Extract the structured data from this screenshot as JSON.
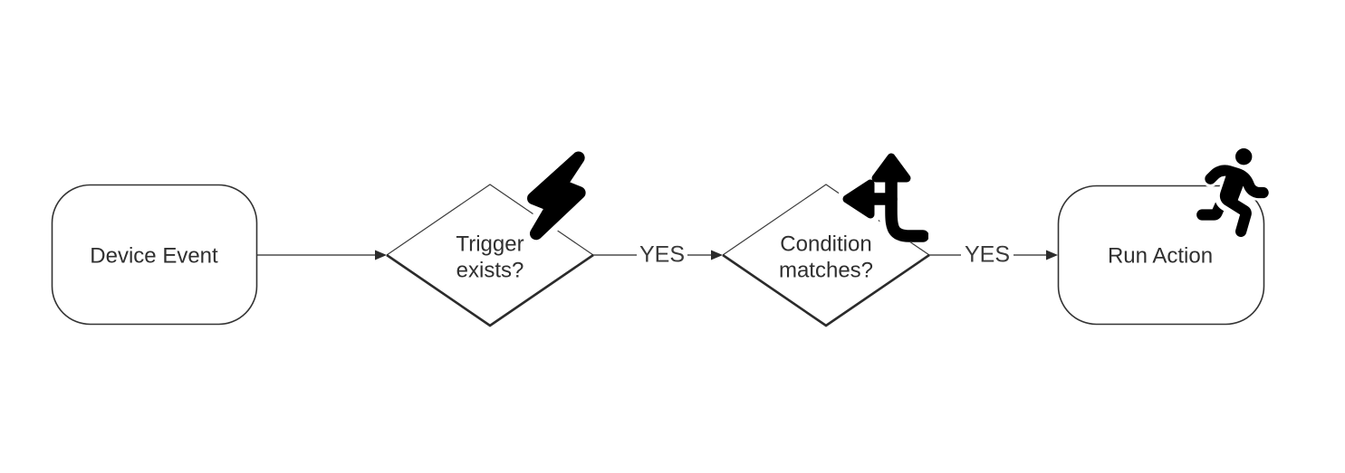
{
  "diagram": {
    "colors": {
      "background": "#ffffff",
      "connector_line": "#4d4d4d",
      "node_border": "#333333",
      "arrowhead": "#2b2b2b",
      "icon": "#000000",
      "node_text": "#2f2f2f",
      "edge_label_text": "#3a3a3a"
    },
    "nodes": [
      {
        "id": "device-event",
        "shape": "rounded-rectangle",
        "label": "Device Event"
      },
      {
        "id": "trigger-exists",
        "shape": "decision-diamond",
        "label": "Trigger exists?",
        "label_line1": "Trigger",
        "label_line2": "exists?",
        "icon": "lightning-bolt-icon"
      },
      {
        "id": "condition-matches",
        "shape": "decision-diamond",
        "label": "Condition matches?",
        "label_line1": "Condition",
        "label_line2": "matches?",
        "icon": "split-arrows-icon"
      },
      {
        "id": "run-action",
        "shape": "rounded-rectangle",
        "label": "Run Action",
        "icon": "running-person-icon"
      }
    ],
    "edges": [
      {
        "from": "device-event",
        "to": "trigger-exists",
        "label": ""
      },
      {
        "from": "trigger-exists",
        "to": "condition-matches",
        "label": "YES"
      },
      {
        "from": "condition-matches",
        "to": "run-action",
        "label": "YES"
      }
    ]
  }
}
